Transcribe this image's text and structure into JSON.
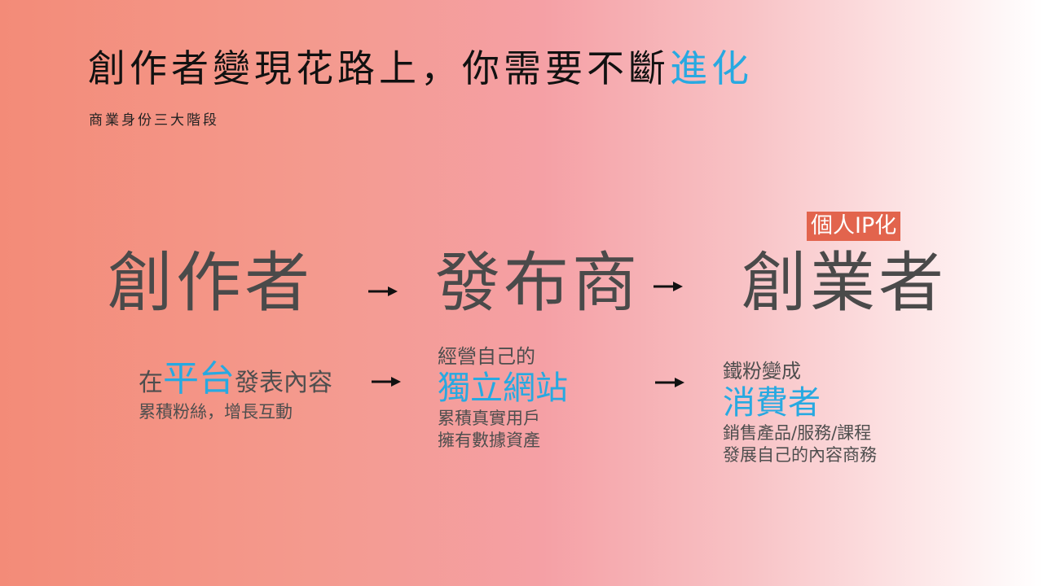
{
  "title": {
    "main": "創作者變現花路上，你需要不斷",
    "highlight": "進化"
  },
  "subtitle": "商業身份三大階段",
  "stages": [
    {
      "label": "創作者"
    },
    {
      "label": "發布商"
    },
    {
      "label": "創業者"
    }
  ],
  "badge": "個人IP化",
  "descriptions": {
    "creator": {
      "prefix": "在",
      "highlight": "平台",
      "suffix": "發表內容",
      "line2": "累積粉絲，增長互動"
    },
    "publisher": {
      "line1": "經營自己的",
      "highlight": "獨立網站",
      "line3": "累積真實用戶",
      "line4": "擁有數據資產"
    },
    "entrepreneur": {
      "line1": "鐵粉變成",
      "highlight": "消費者",
      "line3": "銷售產品/服務/課程",
      "line4": "發展自己的內容商務"
    }
  },
  "colors": {
    "highlight": "#27a9e1",
    "badge": "#e2644d",
    "arrow": "#111111"
  },
  "icons": {
    "arrow": "right-arrow-icon"
  }
}
